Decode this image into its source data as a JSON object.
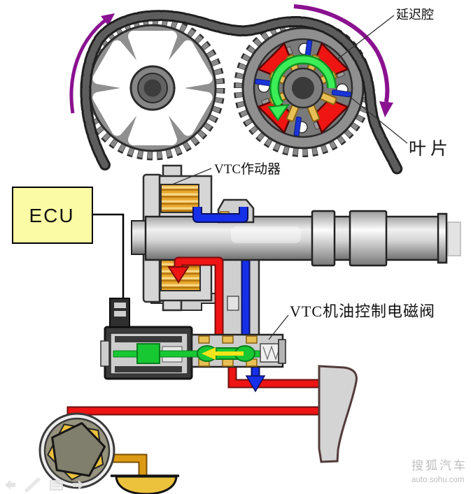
{
  "labels": {
    "delay_chamber": "延迟腔",
    "vane": "叶片",
    "vtc_actuator": "VTC作动器",
    "ecu": "ECU",
    "vtc_solenoid": "VTC机油控制电磁阀"
  },
  "watermark": {
    "brand": "搜狐汽车",
    "site": "auto.sohu.com"
  },
  "colors": {
    "delay_chamber": "#ee1512",
    "vane": "#1a35d8",
    "rotor_yellow": "#e7bf55",
    "green_arrow": "#3bee57",
    "purple_arrow": "#8a1190",
    "oil_red": "#ee1414",
    "oil_blue": "#1530e8",
    "spool_green": "#18c832",
    "arrow_yellow": "#f2e41a",
    "ecu_fill": "#fbfba5",
    "coil_gold": "#e8a82e"
  },
  "icons": {
    "presenter_controls": [
      "prev-slide-icon",
      "pen-tool-icon",
      "menu-icon",
      "next-slide-icon"
    ]
  }
}
